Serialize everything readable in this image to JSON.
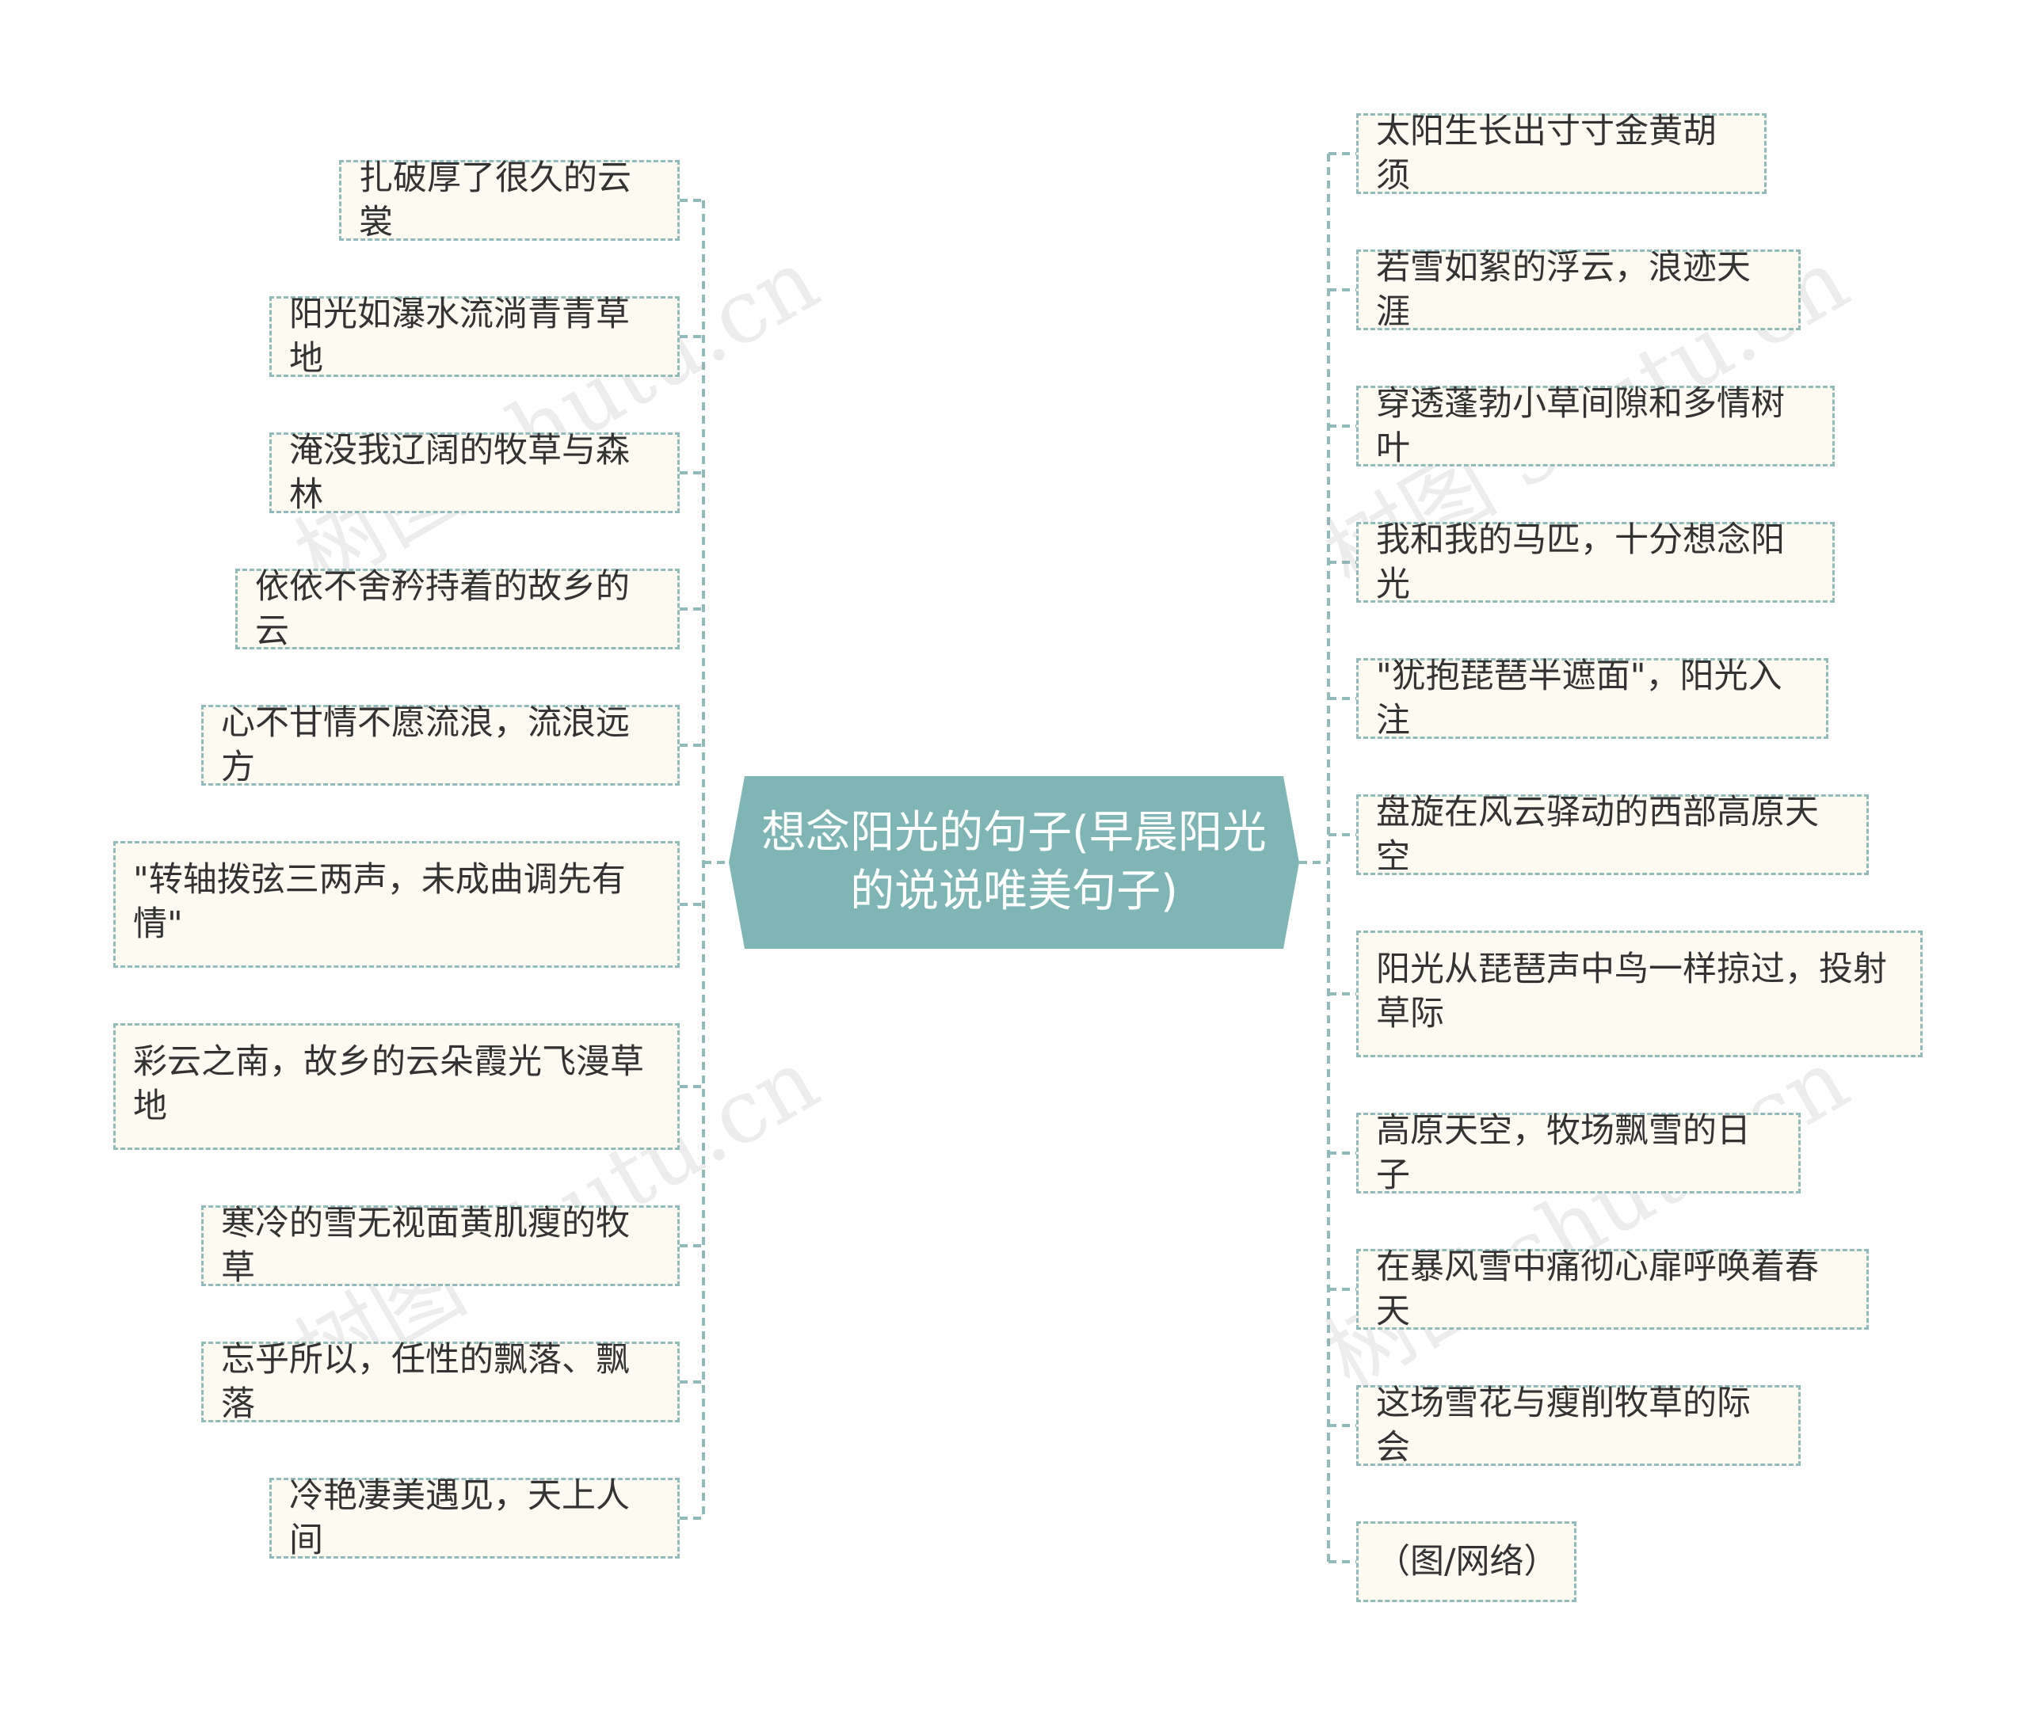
{
  "center": {
    "title": "想念阳光的句子(早晨阳光\n的说说唯美句子)"
  },
  "left_nodes": [
    "扎破厚了很久的云裳",
    "阳光如瀑水流淌青青草地",
    "淹没我辽阔的牧草与森林",
    "依依不舍矜持着的故乡的云",
    "心不甘情不愿流浪，流浪远方",
    "\"转轴拨弦三两声，未成曲调先有情\"",
    "彩云之南，故乡的云朵霞光飞漫草地",
    "寒冷的雪无视面黄肌瘦的牧草",
    "忘乎所以，任性的飘落、飘落",
    "冷艳凄美遇见，天上人间"
  ],
  "right_nodes": [
    "太阳生长出寸寸金黄胡须",
    "若雪如絮的浮云，浪迹天涯",
    "穿透蓬勃小草间隙和多情树叶",
    "我和我的马匹，十分想念阳光",
    "\"犹抱琵琶半遮面\"，阳光入注",
    "盘旋在风云驿动的西部高原天空",
    "阳光从琵琶声中鸟一样掠过，投射草际",
    "高原天空，牧场飘雪的日子",
    "在暴风雪中痛彻心扉呼唤着春天",
    "这场雪花与瘦削牧草的际会",
    "（图/网络）"
  ],
  "watermark": "树图 shutu.cn",
  "colors": {
    "center_fill": "#7fb5b5",
    "connector": "#8fbcbb",
    "node_fill": "#fcfaf1"
  }
}
